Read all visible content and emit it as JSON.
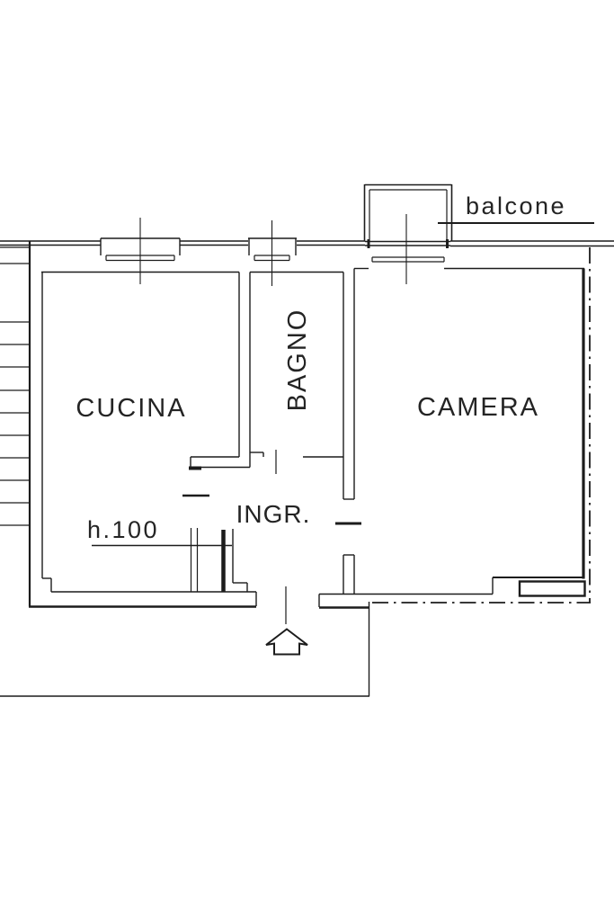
{
  "colors": {
    "background": "#ffffff",
    "line": "#1c1c1c",
    "text": "#242424"
  },
  "labels": {
    "cucina": "CUCINA",
    "bagno": "BAGNO",
    "camera": "CAMERA",
    "ingresso": "INGR.",
    "balcone": "balcone",
    "partition_height": "h.100"
  }
}
